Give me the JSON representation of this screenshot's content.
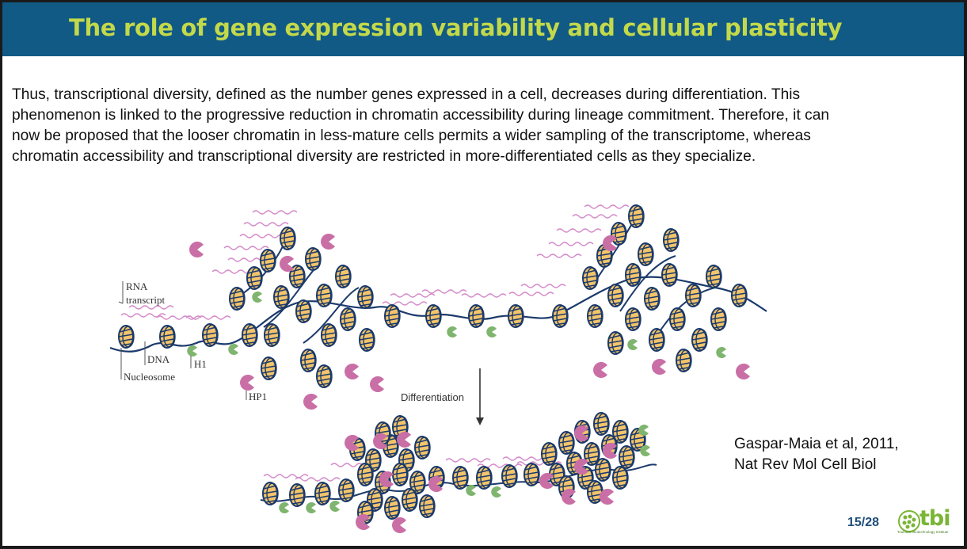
{
  "slide": {
    "title": "The role of gene expression variability and cellular plasticity",
    "body_lines": [
      "Thus, transcriptional diversity, defined as the number genes expressed in a cell, decreases during differentiation. This",
      "phenomenon is linked to the progressive reduction in chromatin accessibility during lineage commitment. Therefore, it can",
      "now be proposed that the looser chromatin in less-mature cells permits a wider sampling of the transcriptome, whereas",
      "chromatin accessibility and transcriptional diversity are restricted in more-differentiated cells as they specialize."
    ],
    "citation_line1": "Gaspar-Maia et al, 2011,",
    "citation_line2": "Nat Rev Mol Cell Biol",
    "page_number": "15/28"
  },
  "figure": {
    "label_rna_line1": "RNA",
    "label_rna_line2": "transcript",
    "label_dna": "DNA",
    "label_h1": "H1",
    "label_nucleosome": "Nucleosome",
    "label_hp1": "HP1",
    "label_differentiation": "Differentiation"
  },
  "logo": {
    "text": "tbi",
    "subtitle": "Toulouse Biotechnology Institute"
  },
  "colors": {
    "title_bar": "#115a86",
    "title_text": "#c3d94a",
    "dna": "#1b3a6b",
    "nucleosome_outline": "#1b3a6b",
    "nucleosome_fill": "#f3c46b",
    "rna": "#d48bc9",
    "hp1": "#c96fa6",
    "h1": "#7fb56e",
    "page_number": "#1f4e79",
    "logo": "#7ab536"
  }
}
